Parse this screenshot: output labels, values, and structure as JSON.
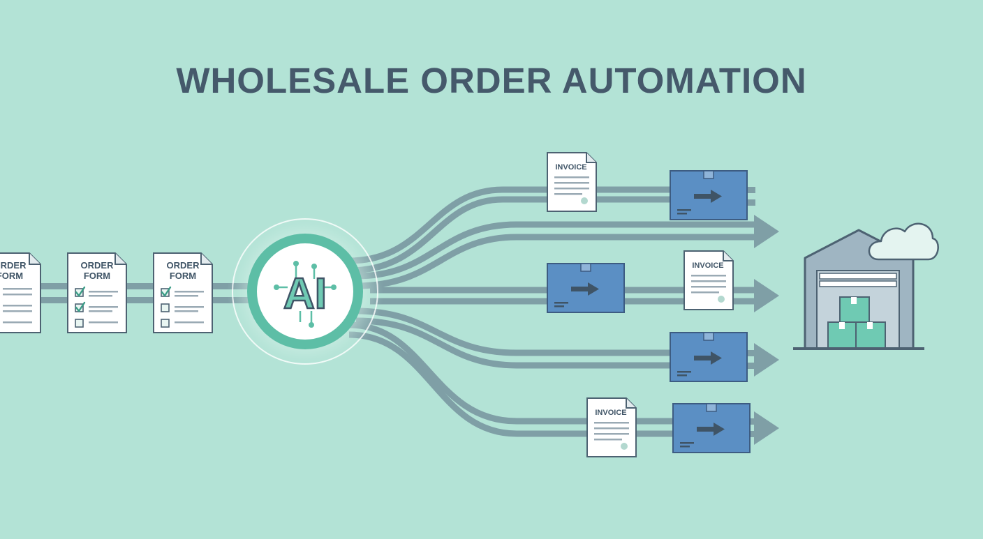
{
  "title": "WHOLESALE ORDER AUTOMATION",
  "order_forms": [
    {
      "line1": "ORDER",
      "line2": "FORM"
    },
    {
      "line1": "ORDER",
      "line2": "FORM"
    },
    {
      "line1": "ORDER",
      "line2": "FORM"
    }
  ],
  "ai_label": "AI",
  "invoice_label": "INVOICE",
  "colors": {
    "background": "#b3e3d6",
    "title": "#45596b",
    "teal_accent": "#5dbea6",
    "box_blue": "#5b8fc4",
    "box_border": "#3d5c82",
    "flow_stream": "#7f9fa6",
    "document": "#ffffff",
    "warehouse": "#9fb5c2"
  },
  "icons": [
    "order-form-icon",
    "ai-chip-icon",
    "invoice-icon",
    "shipping-box-icon",
    "arrow-head-icon",
    "warehouse-icon",
    "cloud-icon"
  ]
}
